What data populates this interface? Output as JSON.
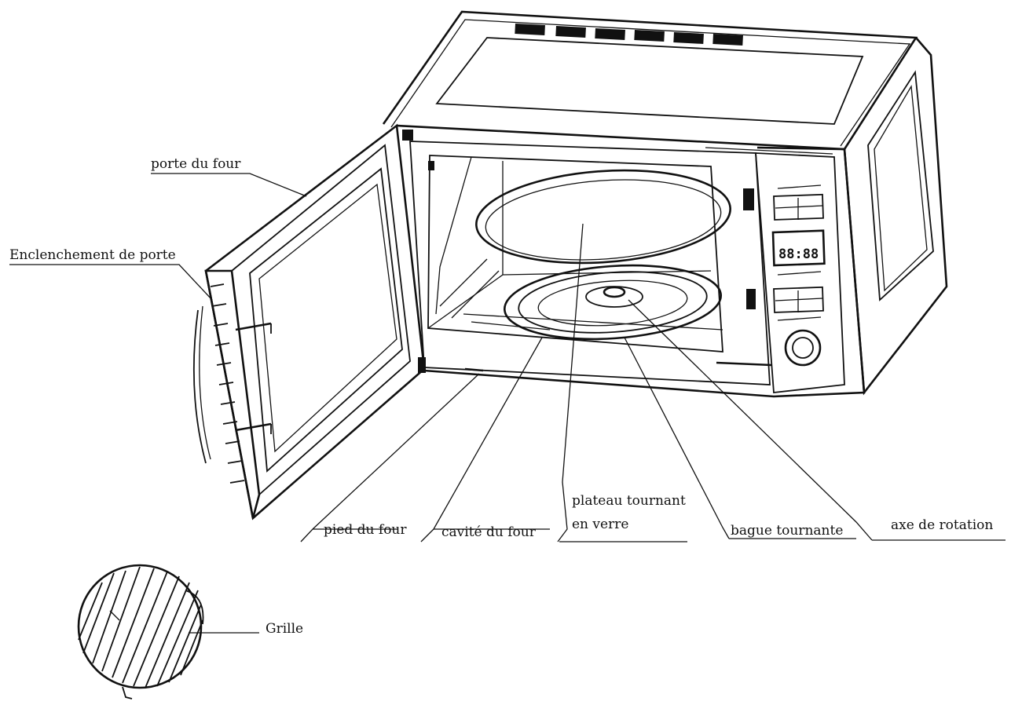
{
  "labels": {
    "door": "porte du four",
    "latch": "Enclenchement de porte",
    "foot": "pied du four",
    "cavity": "cavité du four",
    "plate_line1": "plateau tournant",
    "plate_line2": "en verre",
    "ring": "bague tournante",
    "axis": "axe de rotation",
    "rack": "Grille"
  },
  "display_text": "88:88"
}
